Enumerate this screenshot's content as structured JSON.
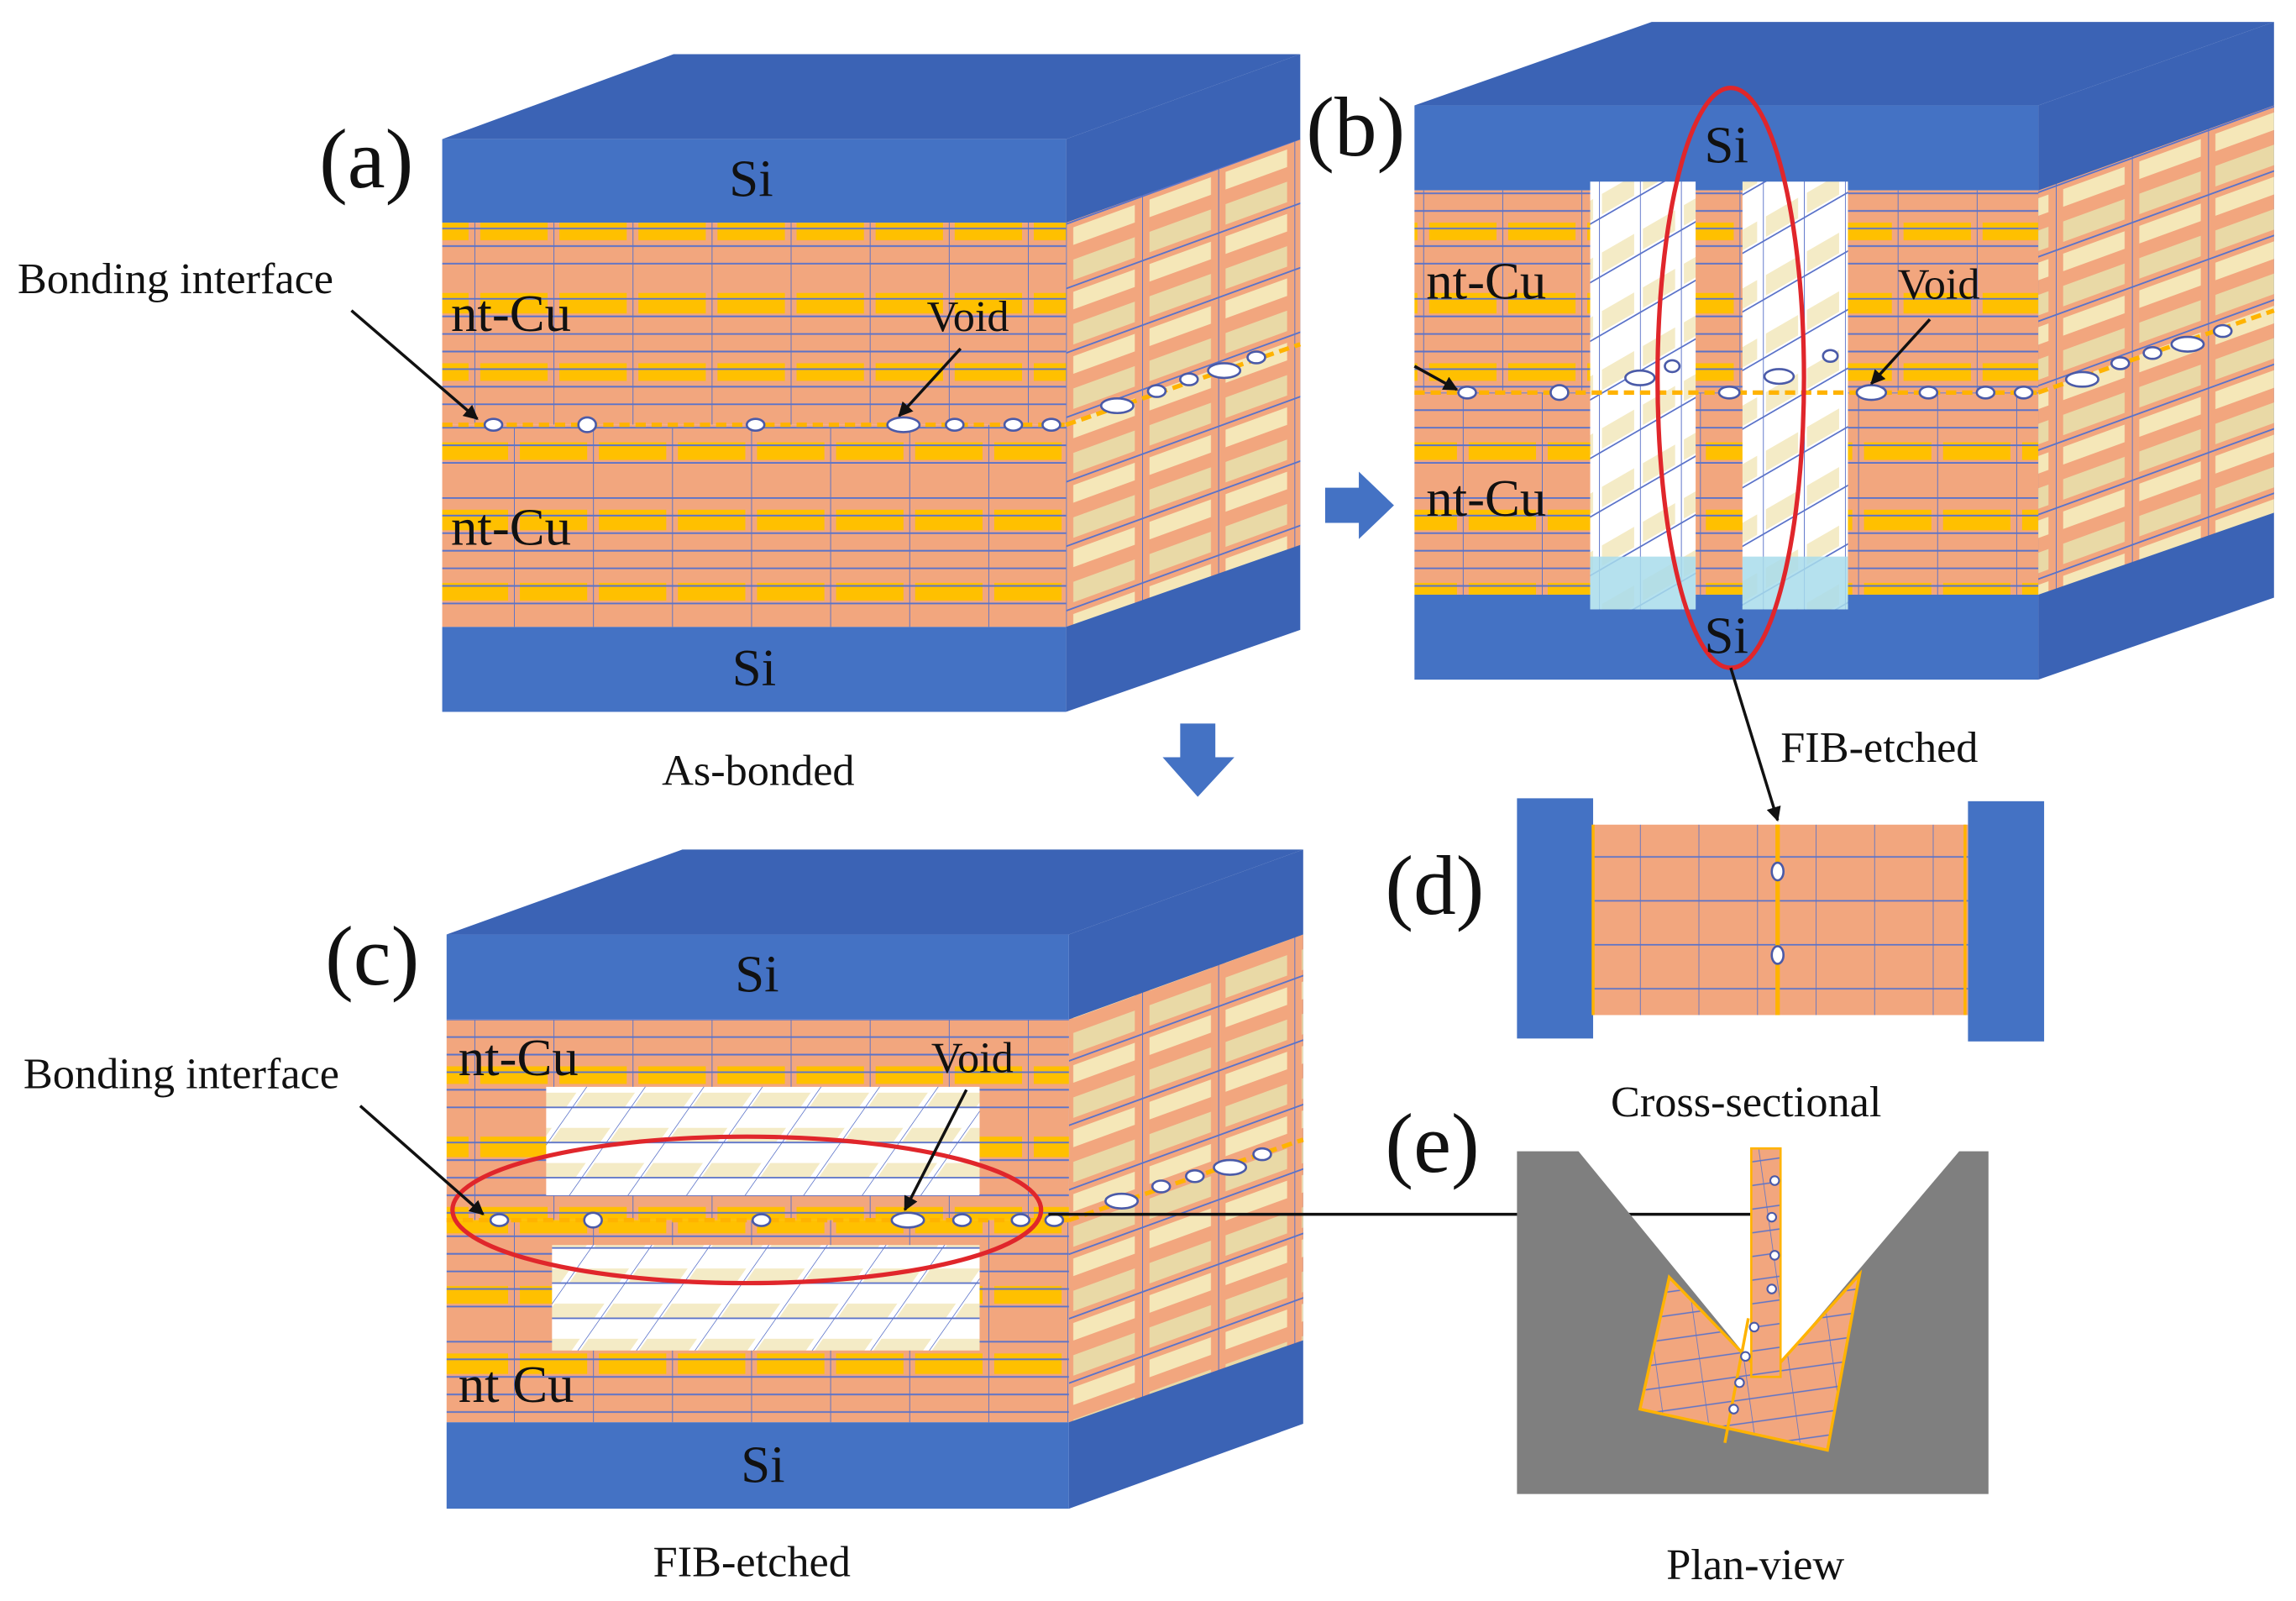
{
  "colors": {
    "silicon": "#4472C4",
    "silicon_top": "#3B63B5",
    "copper": "#F2A67E",
    "copper_side": "#E9D9A6",
    "twin_yellow": "#FFC000",
    "grain_line": "#5B73C9",
    "interface": "#FFB300",
    "etched_ellipse": "#E0262B",
    "plan_view_grey": "#7F7F7F",
    "arrow_fill": "#4472C4"
  },
  "panels": {
    "a": {
      "letter": "(a)",
      "si_top": "Si",
      "si_bottom": "Si",
      "cu_upper": "nt-Cu",
      "cu_lower": "nt-Cu",
      "bonding_label": "Bonding interface",
      "void_label": "Void",
      "caption": "As-bonded"
    },
    "b": {
      "letter": "(b)",
      "si_top": "Si",
      "si_bottom": "Si",
      "cu_upper": "nt-Cu",
      "cu_lower": "nt-Cu",
      "void_label": "Void",
      "caption": "FIB-etched"
    },
    "c": {
      "letter": "(c)",
      "si_top": "Si",
      "si_bottom": "Si",
      "cu_upper": "nt-Cu",
      "cu_lower": "nt Cu",
      "bonding_label": "Bonding interface",
      "void_label": "Void",
      "caption": "FIB-etched"
    },
    "d": {
      "letter": "(d)",
      "caption": "Cross-sectional"
    },
    "e": {
      "letter": "(e)",
      "caption": "Plan-view"
    }
  }
}
